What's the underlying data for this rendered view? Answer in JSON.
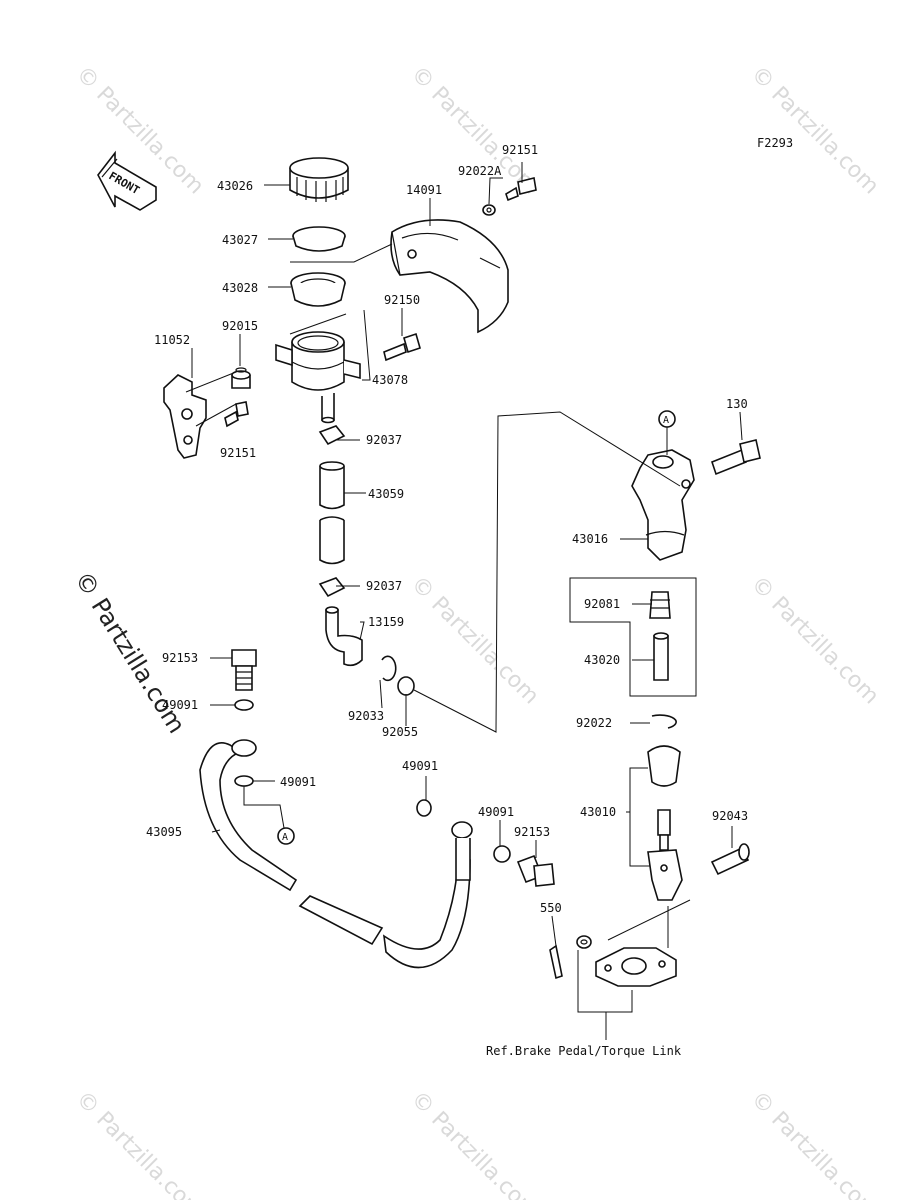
{
  "figure_code": "F2293",
  "front_label": "FRONT",
  "reference_note": "Ref.Brake Pedal/Torque Link",
  "callout_marker": "A",
  "watermark": {
    "repeat_text": "© Partzilla.com",
    "side_text": "© Partzilla.com"
  },
  "colors": {
    "ink": "#111111",
    "watermark": "#d9d9d9"
  },
  "labels": [
    {
      "id": "p43026",
      "text": "43026"
    },
    {
      "id": "p43027",
      "text": "43027"
    },
    {
      "id": "p43028",
      "text": "43028"
    },
    {
      "id": "p11052",
      "text": "11052"
    },
    {
      "id": "p92015",
      "text": "92015"
    },
    {
      "id": "p92151a",
      "text": "92151"
    },
    {
      "id": "p92151b",
      "text": "92151"
    },
    {
      "id": "p92022A",
      "text": "92022A"
    },
    {
      "id": "p14091",
      "text": "14091"
    },
    {
      "id": "p92150",
      "text": "92150"
    },
    {
      "id": "p43078",
      "text": "43078"
    },
    {
      "id": "p92037a",
      "text": "92037"
    },
    {
      "id": "p43059",
      "text": "43059"
    },
    {
      "id": "p92037b",
      "text": "92037"
    },
    {
      "id": "p13159",
      "text": "13159"
    },
    {
      "id": "p92033",
      "text": "92033"
    },
    {
      "id": "p92055",
      "text": "92055"
    },
    {
      "id": "p92153a",
      "text": "92153"
    },
    {
      "id": "p49091a",
      "text": "49091"
    },
    {
      "id": "p49091b",
      "text": "49091"
    },
    {
      "id": "p43095",
      "text": "43095"
    },
    {
      "id": "p49091c",
      "text": "49091"
    },
    {
      "id": "p49091d",
      "text": "49091"
    },
    {
      "id": "p92153b",
      "text": "92153"
    },
    {
      "id": "p550",
      "text": "550"
    },
    {
      "id": "p130",
      "text": "130"
    },
    {
      "id": "p43016",
      "text": "43016"
    },
    {
      "id": "p92081",
      "text": "92081"
    },
    {
      "id": "p43020",
      "text": "43020"
    },
    {
      "id": "p92022",
      "text": "92022"
    },
    {
      "id": "p43010",
      "text": "43010"
    },
    {
      "id": "p92043",
      "text": "92043"
    }
  ]
}
